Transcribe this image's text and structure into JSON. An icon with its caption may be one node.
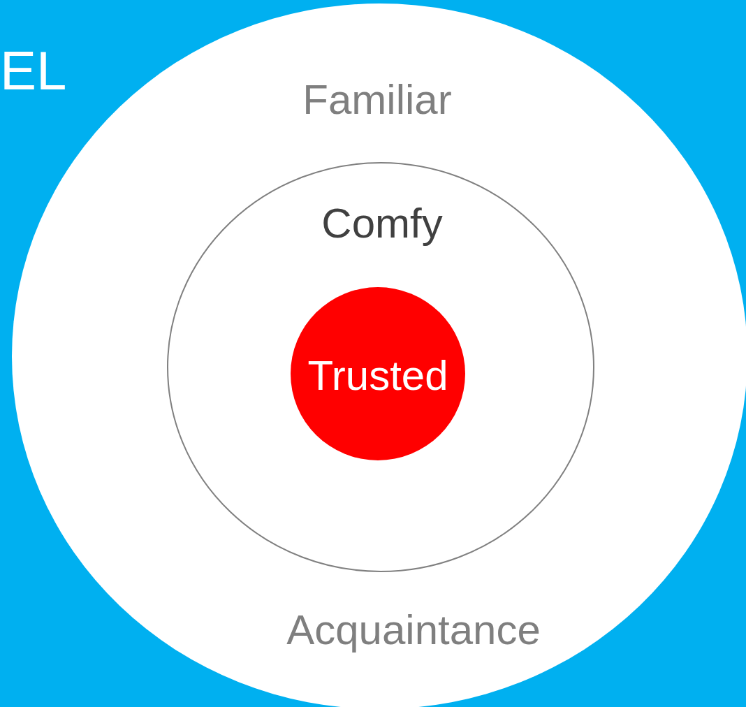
{
  "diagram": {
    "nodes": [
      {
        "text": [
          "Familiar",
          "Acquaintance"
        ]
      },
      {
        "text": [
          "Comfy"
        ],
        "in": 0
      },
      {
        "text": [
          "Trusted"
        ],
        "in": 1
      }
    ],
    "labels": [
      "EL"
    ]
  }
}
